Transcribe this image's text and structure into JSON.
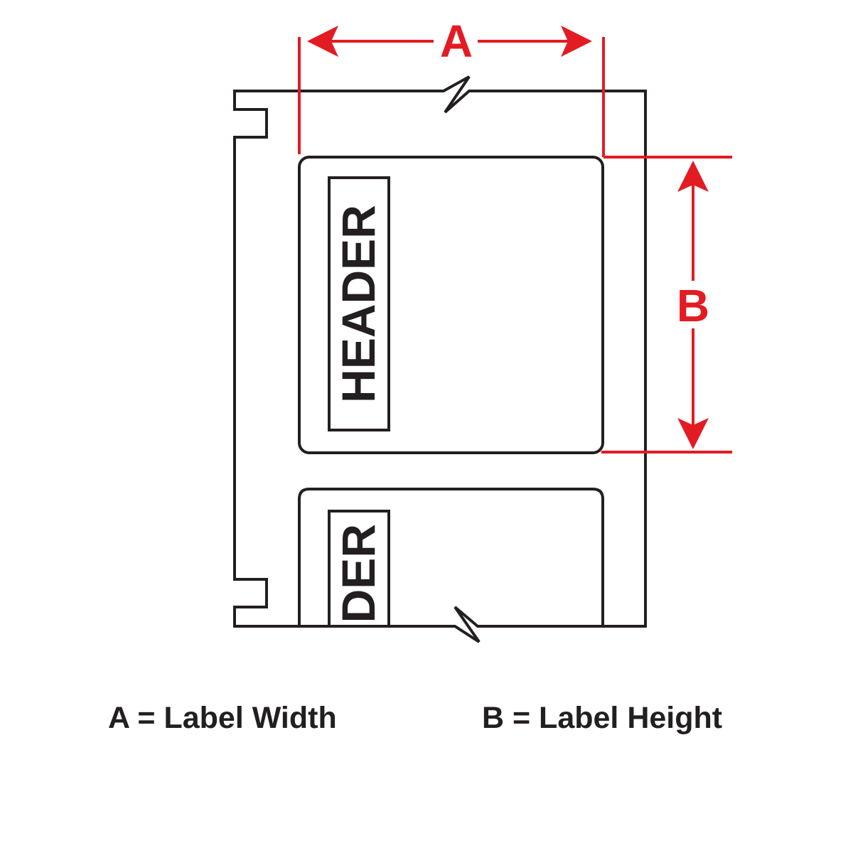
{
  "colors": {
    "ink": "#231f20",
    "dimension": "#e31b23",
    "background": "#ffffff"
  },
  "dimensions": {
    "width_letter": "A",
    "height_letter": "B"
  },
  "labels": {
    "first_header": "HEADER",
    "second_header": "DER"
  },
  "legend": {
    "width": "A = Label Width",
    "height": "B = Label Height"
  }
}
